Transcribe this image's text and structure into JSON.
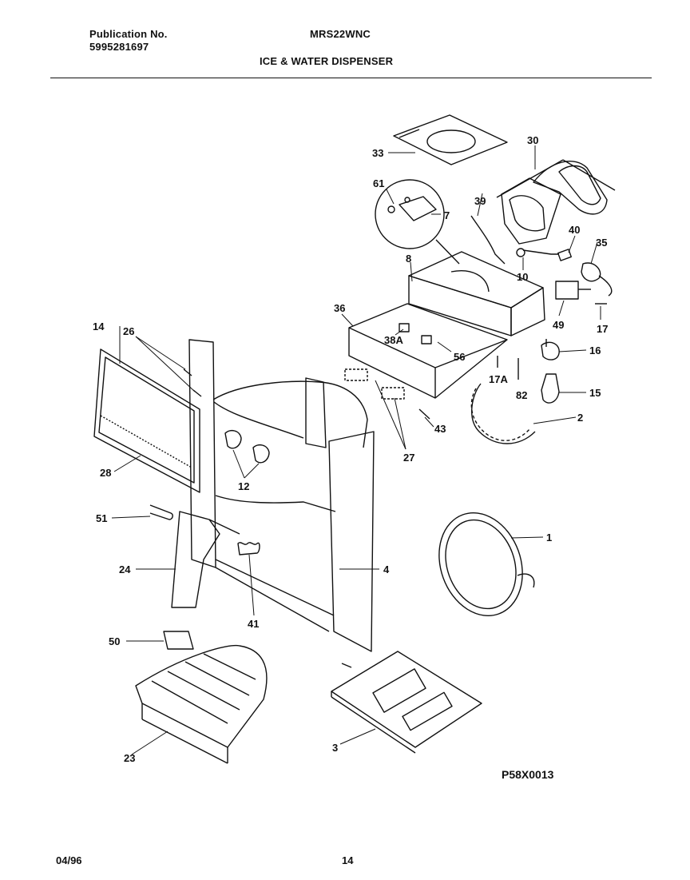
{
  "header": {
    "publication_label": "Publication No.",
    "publication_number": "5995281697",
    "model": "MRS22WNC",
    "section_title": "ICE & WATER DISPENSER"
  },
  "callouts": {
    "c33": "33",
    "c30": "30",
    "c61": "61",
    "c7": "7",
    "c39": "39",
    "c40": "40",
    "c35": "35",
    "c8": "8",
    "c10": "10",
    "c36": "36",
    "c49": "49",
    "c17": "17",
    "c14": "14",
    "c26": "26",
    "c38a": "38A",
    "c56": "56",
    "c16": "16",
    "c17a": "17A",
    "c82": "82",
    "c15": "15",
    "c43": "43",
    "c2": "2",
    "c27": "27",
    "c28": "28",
    "c12": "12",
    "c51": "51",
    "c1": "1",
    "c24": "24",
    "c4": "4",
    "c41": "41",
    "c50": "50",
    "c23": "23",
    "c3": "3"
  },
  "drawing_code": "P58X0013",
  "footer": {
    "date": "04/96",
    "page": "14"
  }
}
